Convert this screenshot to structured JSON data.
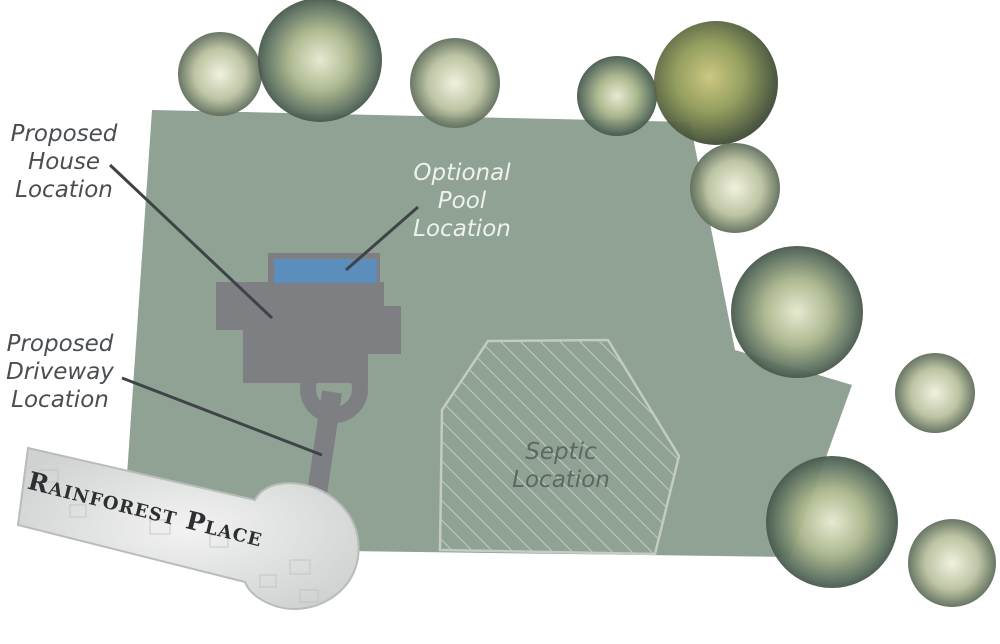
{
  "labels": {
    "proposed_house": [
      "Proposed",
      "House",
      "Location"
    ],
    "optional_pool": [
      "Optional",
      "Pool",
      "Location"
    ],
    "proposed_driveway": [
      "Proposed",
      "Driveway",
      "Location"
    ],
    "septic": [
      "Septic",
      "Location"
    ]
  },
  "street_sign": "Rainforest Place",
  "colors": {
    "lot": "#8fa294",
    "house": "#7d7f82",
    "pool": "#5b8dbd",
    "leader_line": "#3e4347",
    "septic_hatch": "#c3cbc4",
    "sign": "#e4e6e5",
    "tree_dark": "#4f6150",
    "tree_light": "#c9d0b0"
  },
  "icons": {
    "trees": "watercolor-tree-icon",
    "sign": "street-sign-icon"
  }
}
